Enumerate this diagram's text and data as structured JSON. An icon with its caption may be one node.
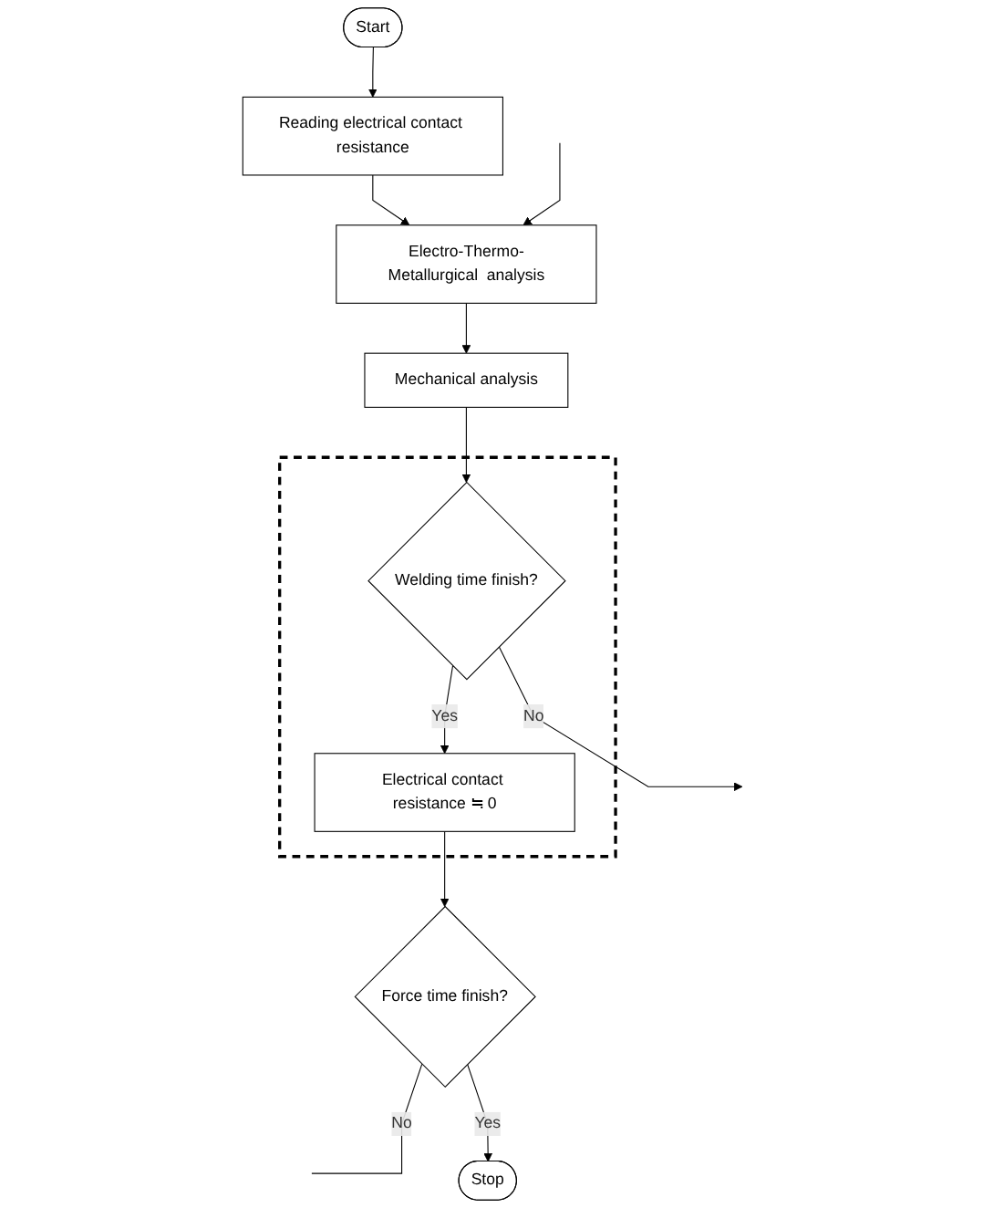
{
  "diagram": {
    "nodes": [
      {
        "text": [
          "Start"
        ]
      },
      {
        "text": [
          "Reading electrical contact resistance"
        ]
      },
      {
        "text": [
          "Electro-Thermo-Metallurgical  analysis"
        ]
      },
      {
        "text": [
          "Mechanical analysis"
        ]
      },
      {
        "text": [],
        "shape": "box"
      },
      {
        "text": [
          "Welding time finish?"
        ],
        "in": 4
      },
      {
        "text": [
          "Electrical contact resistance ≒ 0"
        ],
        "in": 4
      },
      {
        "text": [
          "Force time finish?"
        ]
      },
      {
        "text": [
          "Stop"
        ]
      }
    ],
    "edges": [
      {
        "from": 0,
        "to": 1,
        "arrow": "to"
      },
      {
        "from": 1,
        "to": 2,
        "arrow": "to"
      },
      {
        "from": null,
        "to": 2,
        "arrow": "to"
      },
      {
        "from": 2,
        "to": 3,
        "arrow": "to"
      },
      {
        "from": 3,
        "to": 5,
        "arrow": "to"
      },
      {
        "from": 5,
        "to": null,
        "label": "No",
        "arrow": "to"
      },
      {
        "from": 5,
        "to": 6,
        "label": "Yes",
        "arrow": "to"
      },
      {
        "from": 6,
        "to": 7,
        "arrow": "to"
      },
      {
        "from": 7,
        "to": null,
        "label": "No",
        "arrow": "none"
      },
      {
        "from": 7,
        "to": 8,
        "label": "Yes",
        "arrow": "to"
      }
    ]
  }
}
